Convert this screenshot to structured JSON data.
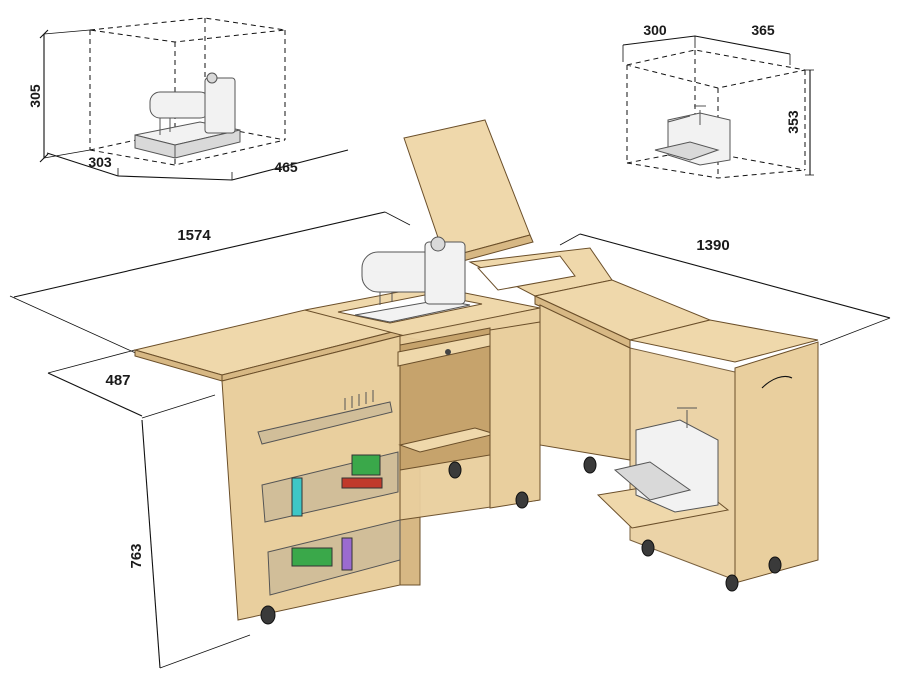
{
  "dimensions": {
    "sewing_machine_height": "305",
    "sewing_machine_depth": "303",
    "sewing_machine_width": "465",
    "overlock_depth": "300",
    "overlock_width": "365",
    "overlock_height": "353",
    "table_length": "1574",
    "table_side_length": "1390",
    "table_depth": "487",
    "table_height": "763"
  },
  "colors": {
    "wood": "#e9cf9e",
    "wood_edge": "#6b4f2a",
    "basket_green": "#3aa84a",
    "basket_purple": "#9b6bd0",
    "basket_teal": "#3ec6c6",
    "basket_red": "#c0392b"
  }
}
